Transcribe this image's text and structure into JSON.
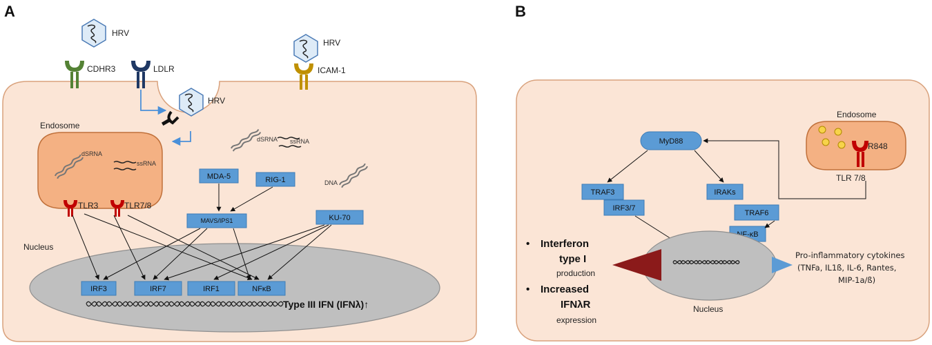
{
  "panel_a": {
    "letter": "A",
    "hrv_labels": [
      "HRV",
      "HRV",
      "HRV"
    ],
    "receptors": {
      "cdhr3": "CDHR3",
      "ldlr": "LDLR",
      "icam1": "ICAM-1"
    },
    "endosome": "Endosome",
    "nucleus": "Nucleus",
    "rna": {
      "dsrna_endo": "dSRNA",
      "ssrna_endo": "ssRNA",
      "dsrna_cyto": "dSRNA",
      "ssrna_cyto": "ssRNA",
      "dna": "DNA"
    },
    "tlr3": "TLR3",
    "tlr78": "TLR7/8",
    "boxes": {
      "mda5": "MDA-5",
      "rig1": "RIG-1",
      "mavs": "MAVS/IPS1",
      "ku70": "KU-70",
      "irf3": "IRF3",
      "irf7": "IRF7",
      "irf1": "IRF1",
      "nfkb": "NFκB"
    },
    "type3": "Type III IFN (IFNλ)↑"
  },
  "panel_b": {
    "letter": "B",
    "endosome": "Endosome",
    "r848": "R848",
    "tlr78": "TLR 7/8",
    "boxes": {
      "myd88": "MyD88",
      "traf3": "TRAF3",
      "irf37": "IRF3/7",
      "iraks": "IRAKs",
      "traf6": "TRAF6",
      "nfkb": "NF-κB"
    },
    "nucleus": "Nucleus",
    "bullet1_l1": "Interferon",
    "bullet1_l2": "type I",
    "bullet1_l3": "production",
    "bullet2_l1": "Increased",
    "bullet2_l2": "IFNλR",
    "bullet2_l3": "expression",
    "cyto_l1": "Pro-inflammatory cytokines",
    "cyto_l2": "(TNFa, IL1ß, IL-6, Rantes,",
    "cyto_l3": "MIP-1a/ß)"
  },
  "colors": {
    "cell_fill": "#fbe5d6",
    "cell_stroke": "#d9a27d",
    "endosome_fill": "#f4b183",
    "endosome_stroke": "#c0703a",
    "box_fill": "#5b9bd5",
    "nucleus_fill": "#bfbfbf",
    "receptor_green": "#548235",
    "receptor_navy": "#1f3864",
    "receptor_gold": "#bf9000",
    "tlr_red": "#c00000",
    "dark_red_wedge": "#8b1a1a",
    "blue_wedge": "#5b9bd5"
  }
}
